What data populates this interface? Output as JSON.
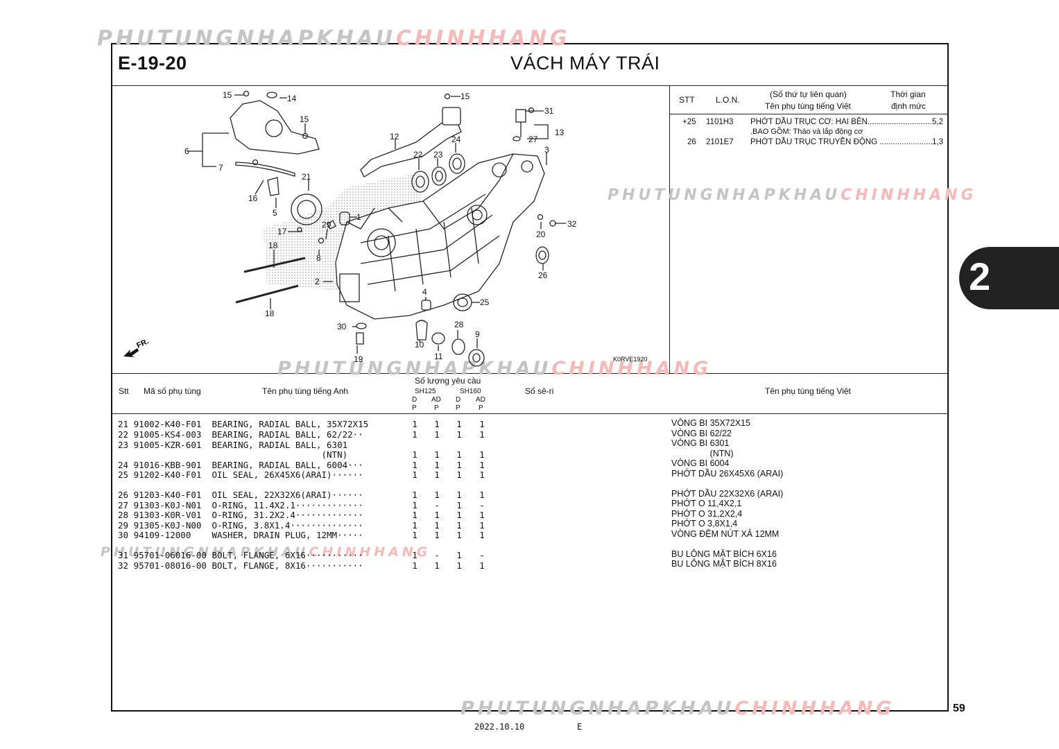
{
  "header": {
    "code": "E-19-20",
    "title": "VÁCH MÁY TRÁI"
  },
  "watermark": {
    "part1": "PHUTUNGNHAPKHAU",
    "part2": "CHINHHANG"
  },
  "side_tab": "2",
  "page_number": "59",
  "footer": {
    "date": "2022.10.10",
    "edition": "E"
  },
  "right_table": {
    "headers": {
      "stt": "STT",
      "lon": "L.O.N.",
      "desc1": "(Số thứ tự liên quan)",
      "desc2": "Tên phụ tùng tiếng Việt",
      "time1": "Thời gian",
      "time2": "định mức"
    },
    "rows": [
      {
        "stt": "+25",
        "lon": "1101H3",
        "desc": "PHỚT DẦU TRỤC CƠ: HAI BÊN.............................",
        "time": "5,2",
        "note": ".BAO GỒM: Tháo và lắp động cơ"
      },
      {
        "stt": "26",
        "lon": "2101E7",
        "desc": "PHỚT DẦU TRỤC TRUYỀN ĐỘNG ........................",
        "time": "1,3",
        "note": ""
      }
    ]
  },
  "diagram": {
    "ref_code": "K0RVE1920",
    "front_label": "FR.",
    "callouts": [
      "1",
      "2",
      "3",
      "4",
      "5",
      "6",
      "7",
      "8",
      "9",
      "10",
      "11",
      "12",
      "13",
      "14",
      "15",
      "15",
      "15",
      "16",
      "17",
      "18",
      "18",
      "19",
      "20",
      "21",
      "22",
      "23",
      "24",
      "25",
      "26",
      "27",
      "28",
      "29",
      "30",
      "31",
      "32"
    ]
  },
  "parts_table": {
    "headers": {
      "stt": "Stt",
      "part_no": "Mã số phụ tùng",
      "name_en": "Tên phụ tùng tiếng Anh",
      "qty": "Số lượng yêu cầu",
      "sh125": "SH125",
      "sh160": "SH160",
      "col_d": "D",
      "col_ad": "AD",
      "col_p": "P",
      "serial": "Số sê-ri",
      "name_vn": "Tên phụ tùng tiếng Việt"
    },
    "rows": [
      {
        "line": "21 91002-K40-F01  BEARING, RADIAL BALL, 35X72X15",
        "q": [
          "1",
          "1",
          "1",
          "1"
        ],
        "vn": "VÒNG BI 35X72X15"
      },
      {
        "line": "22 91005-KS4-003  BEARING, RADIAL BALL, 62/22··",
        "q": [
          "1",
          "1",
          "1",
          "1"
        ],
        "vn": "VÒNG BI 62/22"
      },
      {
        "line": "23 91005-KZR-601  BEARING, RADIAL BALL, 6301",
        "q": [
          "",
          "",
          "",
          ""
        ],
        "vn": "VÒNG BI 6301"
      },
      {
        "line": "                                       (NTN)",
        "q": [
          "1",
          "1",
          "1",
          "1"
        ],
        "vn": "                (NTN)"
      },
      {
        "line": "24 91016-KBB-901  BEARING, RADIAL BALL, 6004···",
        "q": [
          "1",
          "1",
          "1",
          "1"
        ],
        "vn": "VÒNG BI 6004"
      },
      {
        "line": "25 91202-K40-F01  OIL SEAL, 26X45X6(ARAI)······",
        "q": [
          "1",
          "1",
          "1",
          "1"
        ],
        "vn": "PHỚT DẦU 26X45X6 (ARAI)"
      },
      {
        "line": "26 91203-K40-F01  OIL SEAL, 22X32X6(ARAI)······",
        "q": [
          "1",
          "1",
          "1",
          "1"
        ],
        "vn": "PHỚT DẦU 22X32X6 (ARAI)"
      },
      {
        "line": "27 91303-K0J-N01  O-RING, 11.4X2.1·············",
        "q": [
          "1",
          "-",
          "1",
          "-"
        ],
        "vn": "PHỚT O 11,4X2,1"
      },
      {
        "line": "28 91303-K0R-V01  O-RING, 31.2X2.4·············",
        "q": [
          "1",
          "1",
          "1",
          "1"
        ],
        "vn": "PHỚT O 31,2X2,4"
      },
      {
        "line": "29 91305-K0J-N00  O-RING, 3.8X1.4··············",
        "q": [
          "1",
          "1",
          "1",
          "1"
        ],
        "vn": "PHỚT O 3,8X1,4"
      },
      {
        "line": "30 94109-12000    WASHER, DRAIN PLUG, 12MM·····",
        "q": [
          "1",
          "1",
          "1",
          "1"
        ],
        "vn": "VÒNG ĐỆM NÚT XẢ 12MM"
      },
      {
        "line": "31 95701-06016-00 BOLT, FLANGE, 6X16···········",
        "q": [
          "1",
          "-",
          "1",
          "-"
        ],
        "vn": "BU LÔNG MẶT BÍCH 6X16"
      },
      {
        "line": "32 95701-08016-00 BOLT, FLANGE, 8X16···········",
        "q": [
          "1",
          "1",
          "1",
          "1"
        ],
        "vn": "BU LÔNG MẶT BÍCH 8X16"
      }
    ]
  }
}
